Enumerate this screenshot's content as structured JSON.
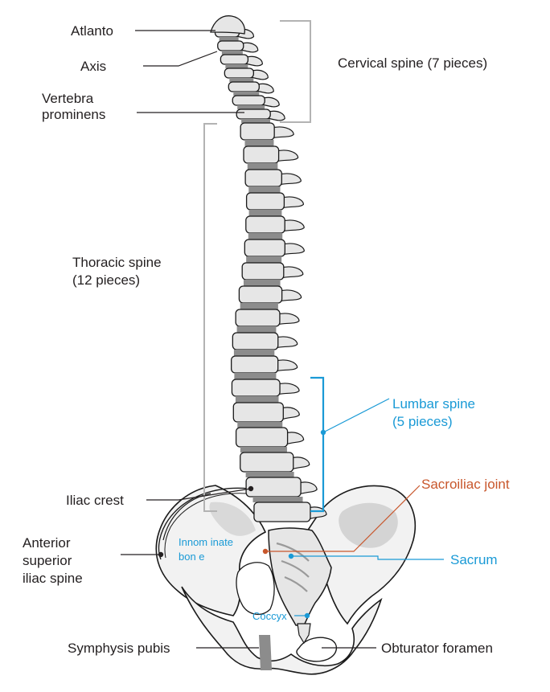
{
  "labels": {
    "atlanto": "Atlanto",
    "axis": "Axis",
    "vertebra_prominens_1": "Vertebra",
    "vertebra_prominens_2": "prominens",
    "cervical": "Cervical spine (7 pieces)",
    "thoracic_1": "Thoracic spine",
    "thoracic_2": "(12 pieces)",
    "lumbar_1": "Lumbar spine",
    "lumbar_2": "(5 pieces)",
    "sacroiliac": "Sacroiliac joint",
    "iliac_crest": "Iliac crest",
    "anterior_1": "Anterior",
    "anterior_2": "superior",
    "anterior_3": "iliac spine",
    "innominate_1": "Innom inate",
    "innominate_2": "bon e",
    "sacrum": "Sacrum",
    "coccyx": "Coccyx",
    "symphysis": "Symphysis pubis",
    "obturator": "Obturator foramen"
  },
  "colors": {
    "text": "#231f20",
    "bone_fill": "#e6e6e6",
    "bone_stroke": "#1a1a1a",
    "disc": "#8c8c8c",
    "bracket_gray": "#b3b3b3",
    "blue": "#1a9ad6",
    "orange": "#c8572c"
  }
}
